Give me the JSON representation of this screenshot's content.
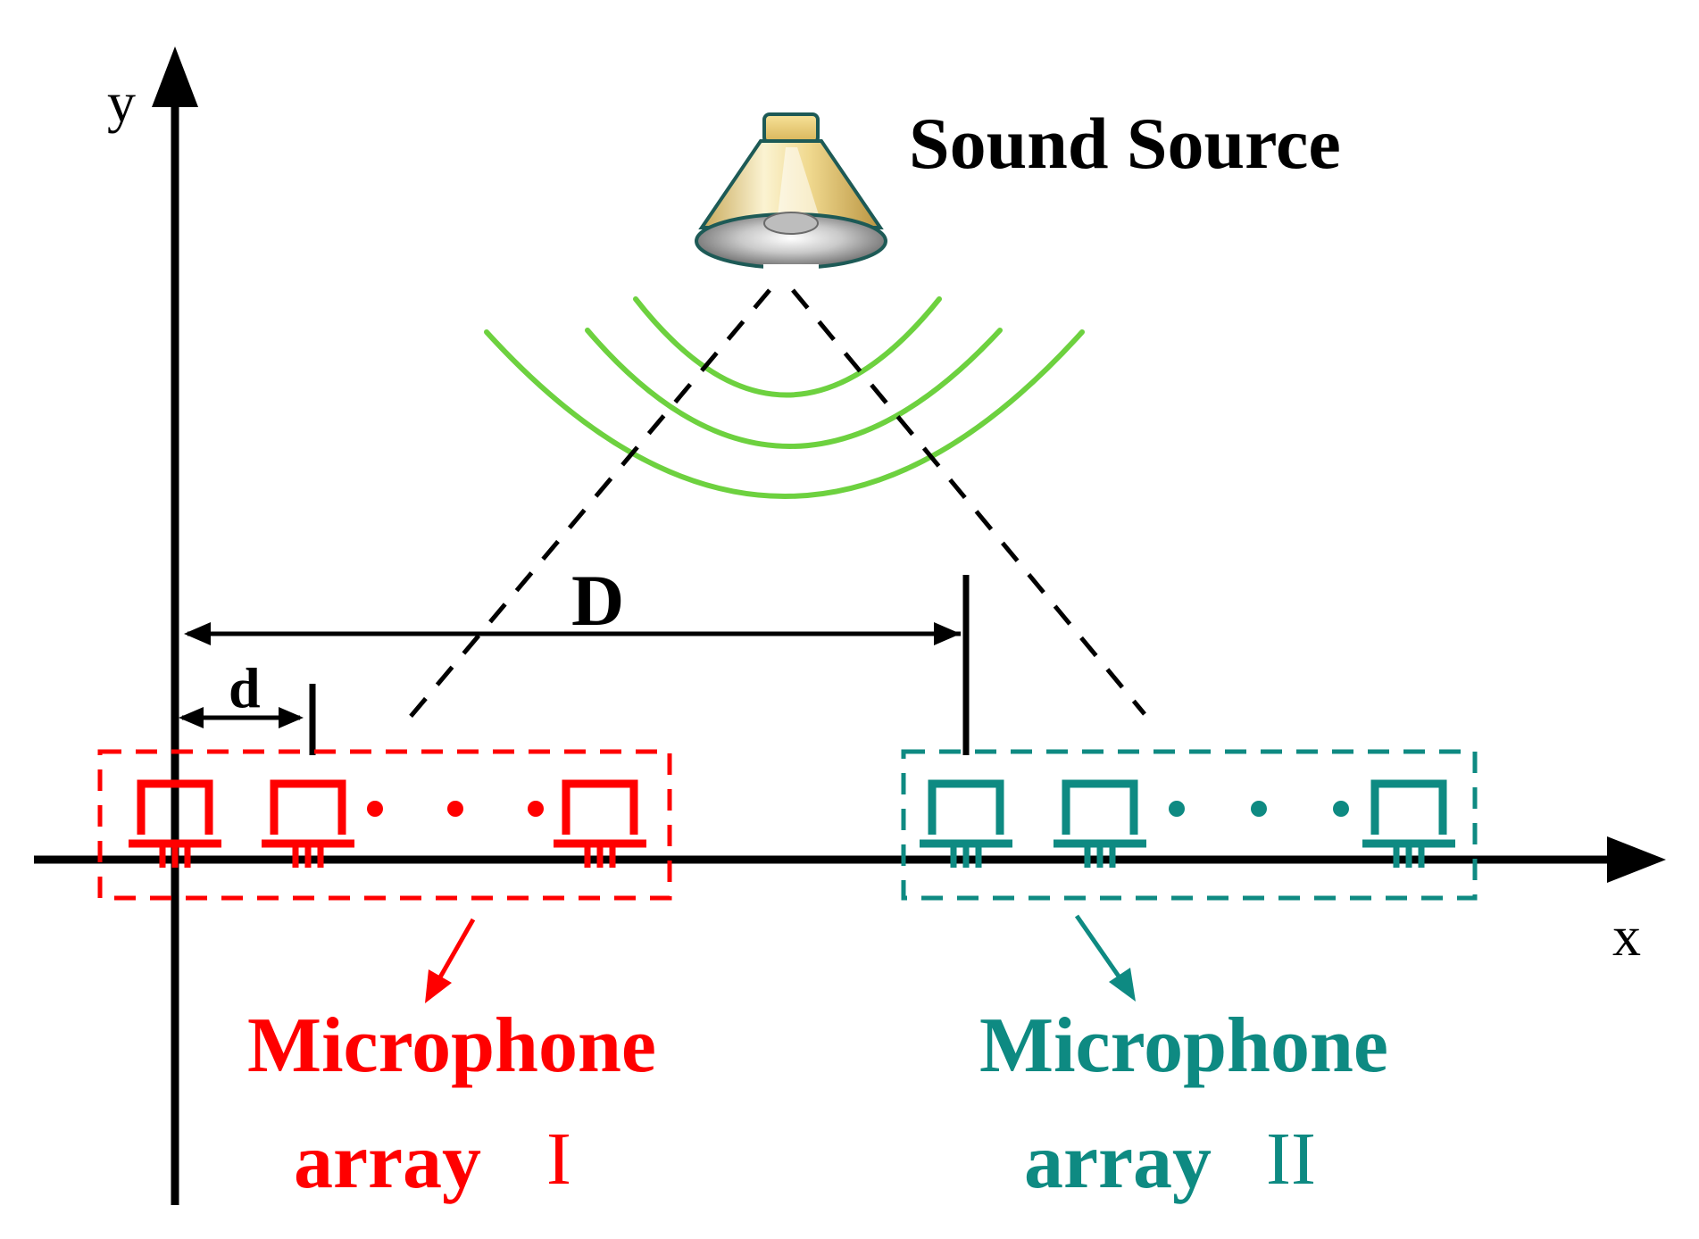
{
  "axes": {
    "x_label": "x",
    "y_label": "y"
  },
  "source": {
    "label": "Sound Source"
  },
  "dimensions": {
    "large_spacing": "D",
    "small_spacing": "d"
  },
  "arrays": [
    {
      "label_line1": "Microphone",
      "label_line2": "array",
      "roman": "I",
      "color": "#ff0000"
    },
    {
      "label_line1": "Microphone",
      "label_line2": "array",
      "roman": "II",
      "color": "#0e8a82"
    }
  ],
  "colors": {
    "axis": "#000000",
    "wave": "#6dd13f",
    "array_1": "#ff0000",
    "array_2": "#0e8a82",
    "speaker_body": "#f2dfa6",
    "speaker_outline": "#1d5a56"
  },
  "icons": [
    "speaker-icon",
    "microphone-icon"
  ]
}
